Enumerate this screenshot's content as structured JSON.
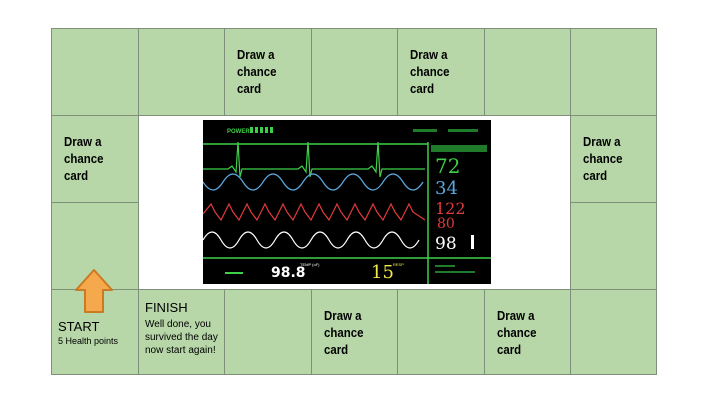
{
  "board": {
    "chance_text": "Draw a chance card",
    "start": {
      "title": "START",
      "subtitle": "5 Health points"
    },
    "finish": {
      "title": "FINISH",
      "text": "Well done, you survived the day now start again!"
    }
  },
  "monitor": {
    "power_label": "POWER",
    "temp_value": "98.8",
    "temp_label": "TEMP (oF)",
    "resp_value": "15",
    "resp_label": "RESP",
    "hr_value": "72",
    "val2": "34",
    "bp_sys": "122",
    "bp_dia": "80",
    "spo2_value": "98"
  },
  "colors": {
    "cell_fill": "#b7d7a8",
    "arrow_fill": "#f6a84d",
    "ecg_green": "#3fd04a",
    "wave_blue": "#5aa8e0",
    "wave_red": "#e23a3a",
    "wave_white": "#ffffff",
    "resp_yellow": "#f3e84a"
  }
}
